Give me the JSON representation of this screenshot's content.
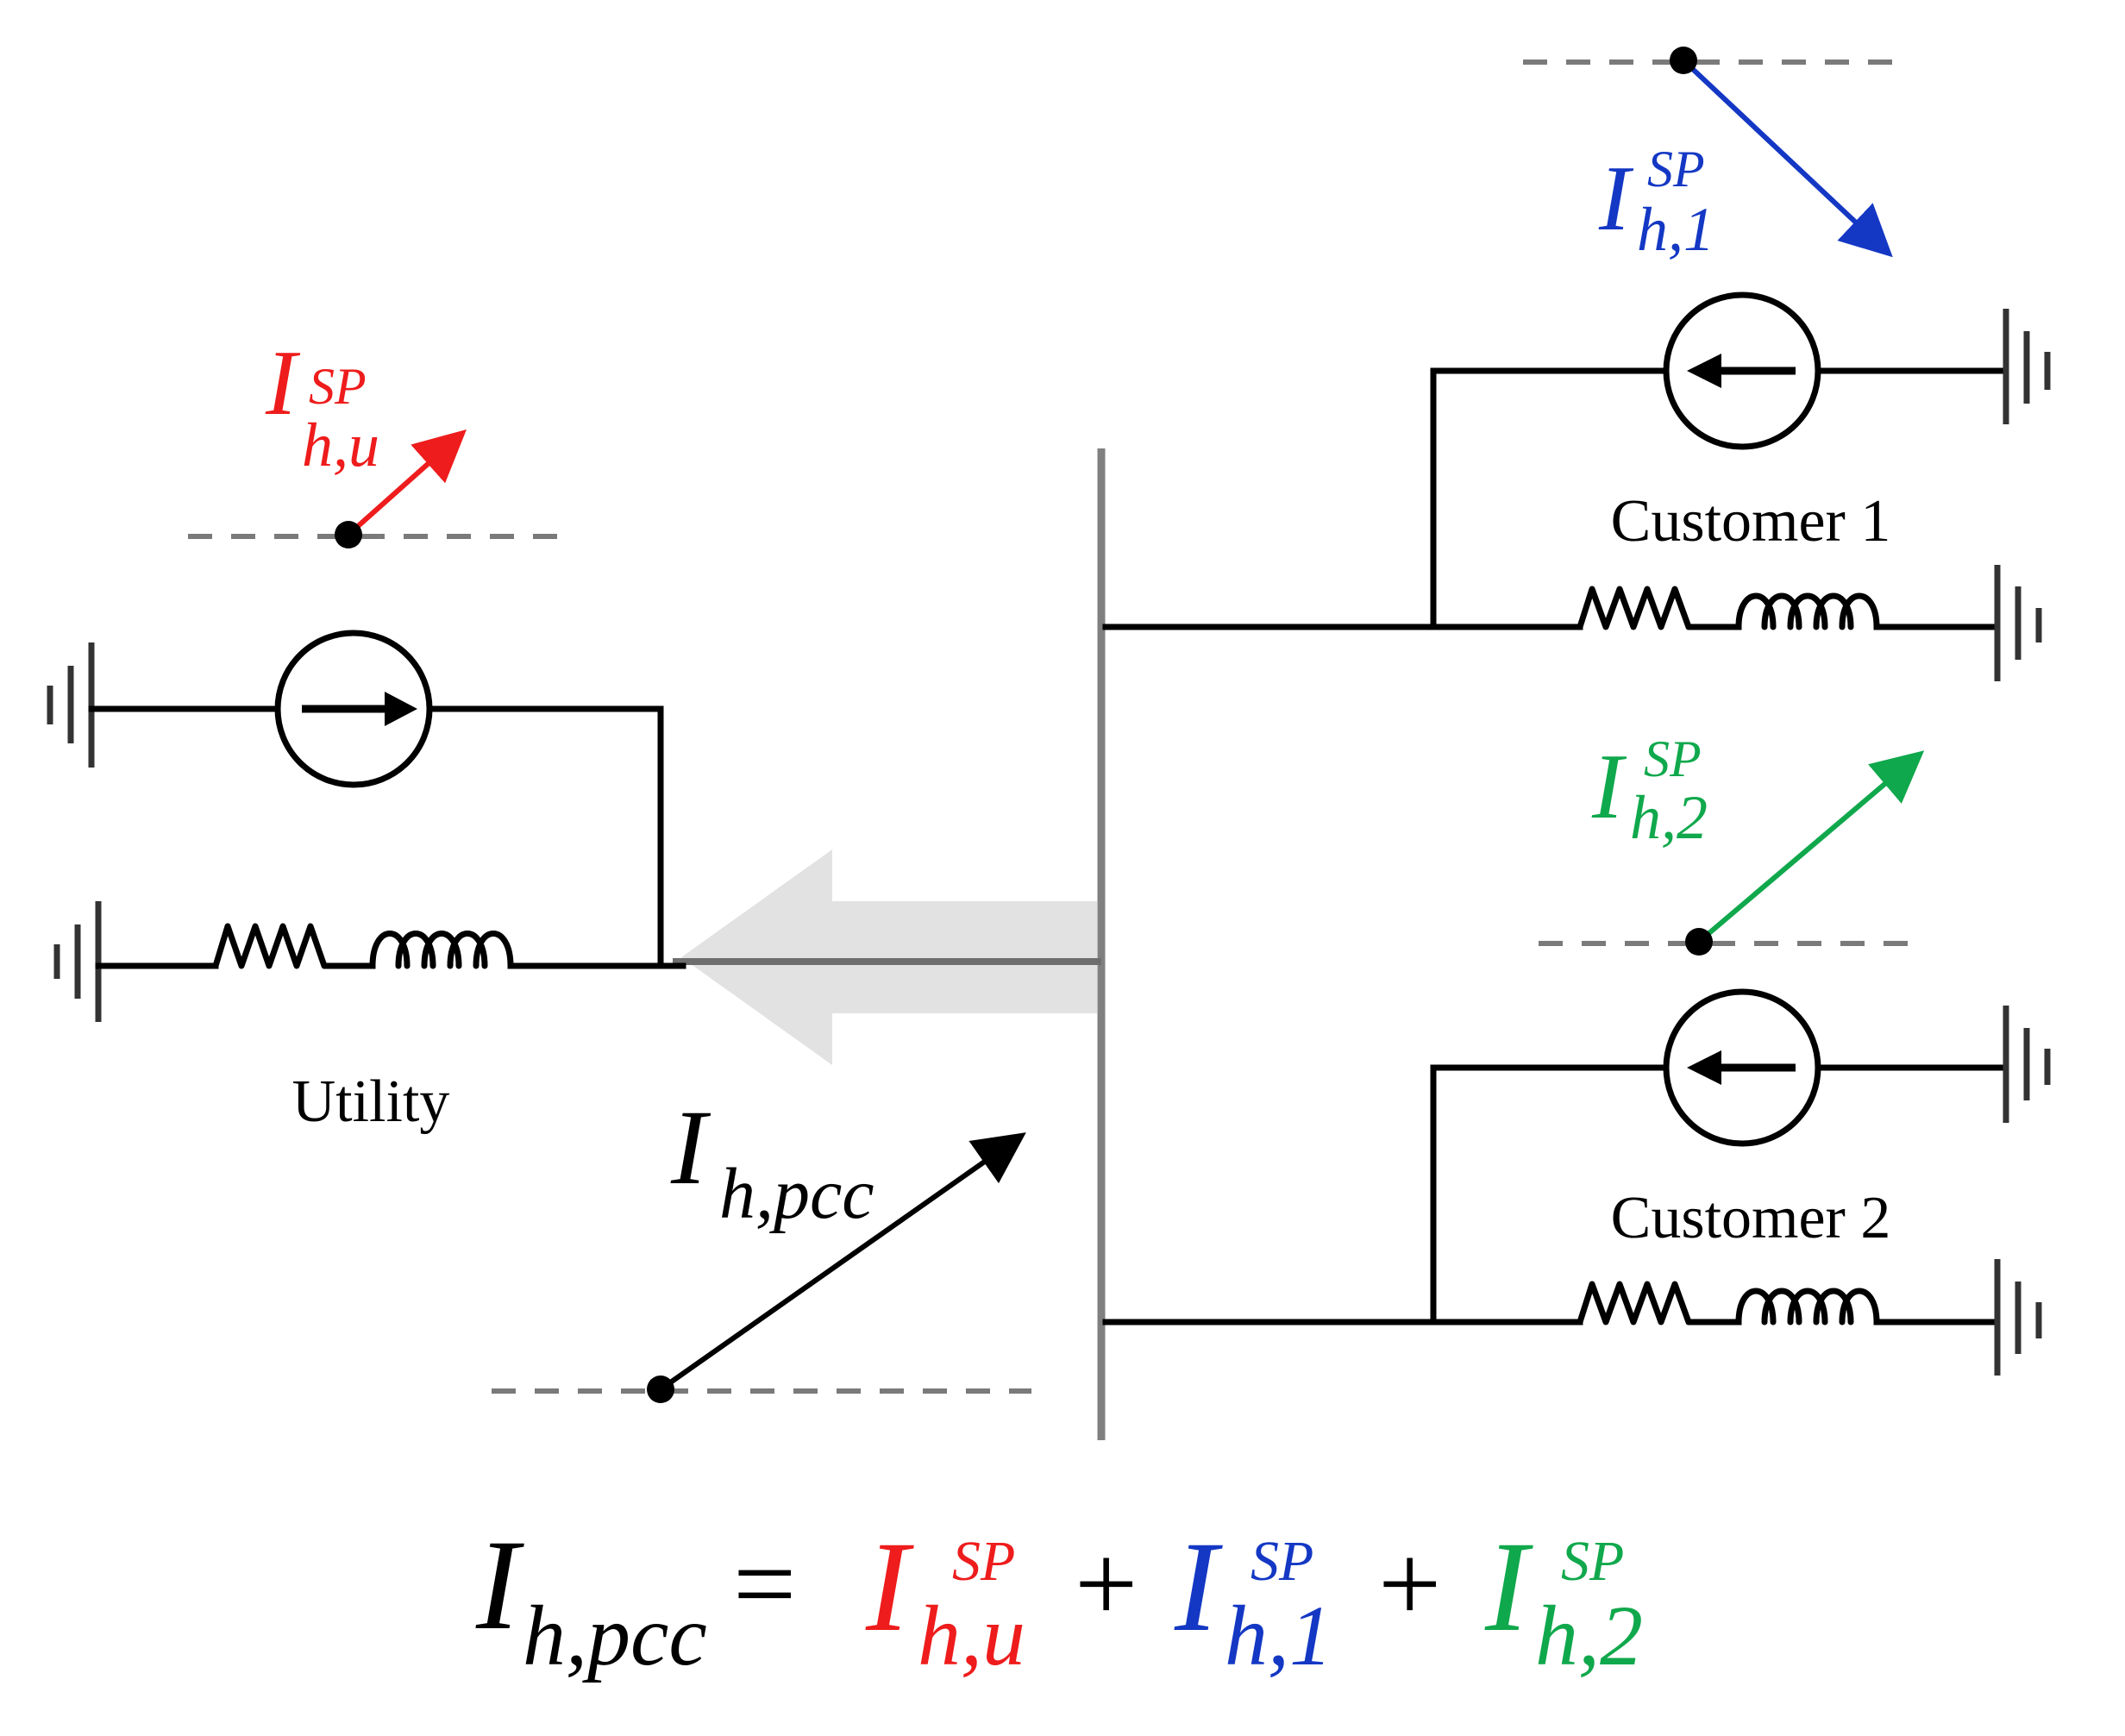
{
  "colors": {
    "utility": "#ee1c1c",
    "customer1": "#1438c4",
    "customer2": "#10a84c",
    "pcc": "#000000",
    "bus": "#808080",
    "flow_arrow": "#e2e2e2",
    "dashed_ref": "#7a7a7a"
  },
  "labels": {
    "utility": "Utility",
    "customer1": "Customer 1",
    "customer2": "Customer 2"
  },
  "phasors": {
    "utility": {
      "main": "I",
      "sub": "h,u",
      "sup": "SP"
    },
    "customer1": {
      "main": "I",
      "sub": "h,1",
      "sup": "SP"
    },
    "customer2": {
      "main": "I",
      "sub": "h,2",
      "sup": "SP"
    },
    "pcc": {
      "main": "I",
      "sub": "h,pcc"
    }
  },
  "equation": {
    "lhs": {
      "main": "I",
      "sub": "h,pcc"
    },
    "equals": "=",
    "plus": "+",
    "terms": [
      {
        "main": "I",
        "sub": "h,u",
        "sup": "SP"
      },
      {
        "main": "I",
        "sub": "h,1",
        "sup": "SP"
      },
      {
        "main": "I",
        "sub": "h,2",
        "sup": "SP"
      }
    ]
  }
}
